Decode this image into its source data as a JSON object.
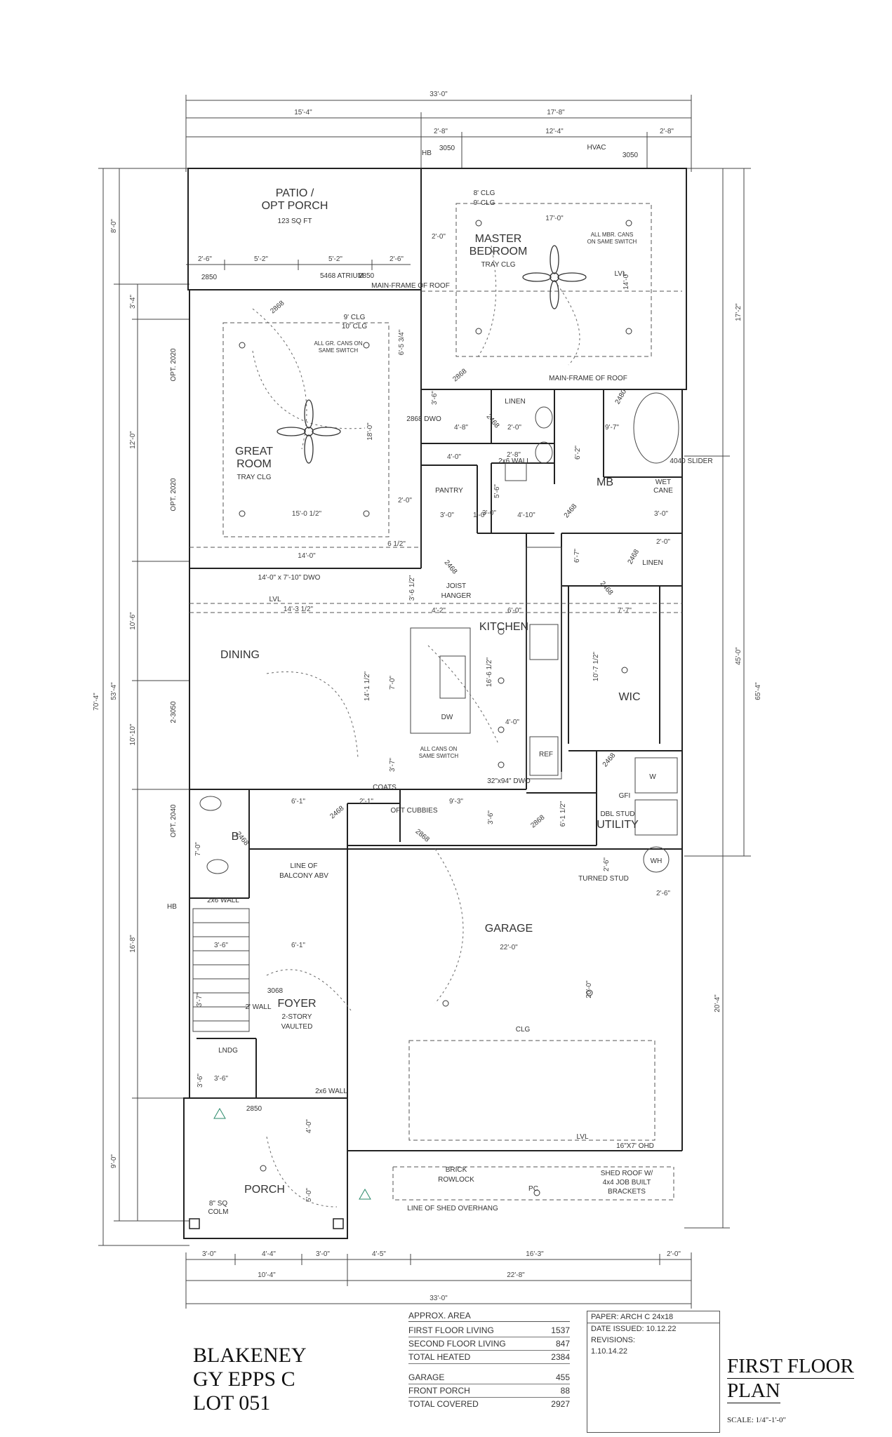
{
  "rooms": {
    "patio": "PATIO /",
    "patio2": "OPT PORCH",
    "patio_area": "123 SQ FT",
    "master": "MASTER",
    "master2": "BEDROOM",
    "master_clg": "TRAY CLG",
    "great": "GREAT",
    "great2": "ROOM",
    "great_clg": "TRAY CLG",
    "pantry": "PANTRY",
    "mb": "MB",
    "kitchen": "KITCHEN",
    "dining": "DINING",
    "wic": "WIC",
    "utility": "UTILITY",
    "dbl_stud": "DBL STUD",
    "coats": "COATS",
    "opt_cubbies": "OPT CUBBIES",
    "b": "B",
    "garage": "GARAGE",
    "foyer": "FOYER",
    "foyer2": "2-STORY",
    "foyer3": "VAULTED",
    "lndg": "LNDG",
    "porch": "PORCH",
    "linen": "LINEN",
    "linen2": "LINEN",
    "wh": "WH",
    "ref": "REF",
    "dw": "DW",
    "w": "W",
    "hvac": "HVAC"
  },
  "notes": {
    "main_frame_roof": "MAIN-FRAME OF ROOF",
    "main_frame_roof2": "MAIN-FRAME OF ROOF",
    "all_mbr_cans": "ALL MBR. CANS",
    "all_mbr_cans2": "ON SAME SWITCH",
    "all_gr_cans": "ALL GR. CANS ON",
    "all_gr_cans2": "SAME SWITCH",
    "all_cans": "ALL CANS ON",
    "all_cans2": "SAME SWITCH",
    "lvl1": "LVL",
    "lvl2": "LVL",
    "lvl3": "LVL",
    "joist_hanger": "JOIST",
    "joist_hanger2": "HANGER",
    "line_balcony": "LINE OF",
    "line_balcony2": "BALCONY ABV",
    "brick": "BRICK",
    "rowlock": "ROWLOCK",
    "shed_overhang": "LINE OF SHED OVERHANG",
    "shed_roof": "SHED ROOF W/",
    "shed_roof2": "4x4 JOB BUILT",
    "shed_roof3": "BRACKETS",
    "colm": "8\" SQ",
    "colm2": "COLM",
    "ohd": "16\"X7' OHD",
    "turned_stud": "TURNED STUD",
    "atrium": "5468 ATRIUM",
    "slider": "4040 SLIDER",
    "dwo1": "14'-0\" x 7'-10\" DWO",
    "dwo2": "32\"x94\" DWO",
    "dwo3": "2868 DWO",
    "clg8": "8' CLG",
    "clg9": "9' CLG",
    "clg9b": "9' CLG",
    "clg10": "10' CLG",
    "clg": "CLG",
    "wall2x6": "2x6 WALL",
    "wall2x6b": "2x6 WALL",
    "wall2x6c": "2x6 WALL",
    "wall2": "2' WALL",
    "hb": "HB",
    "hb2": "HB",
    "wet_cane": "WET",
    "wet_cane2": "CANE",
    "gfi": "GFI",
    "pc": "PC",
    "win3050a": "3050",
    "win3050b": "3050",
    "win2850a": "2850",
    "win2850b": "2850",
    "win2850c": "2850",
    "opt2020a": "OPT. 2020",
    "opt2020b": "OPT. 2020",
    "opt2040": "OPT. 2040",
    "win23050": "2-3050",
    "door2868a": "2868",
    "door2868b": "2868",
    "door2868c": "2868",
    "door2868d": "2868",
    "door2468a": "2468",
    "door2468b": "2468",
    "door2468c": "2468",
    "door2468d": "2468",
    "door2468e": "2468",
    "door2468f": "2468",
    "door2468g": "2468",
    "door2468h": "2468",
    "door2480": "2480",
    "door3068": "3068"
  },
  "dims": {
    "overall_top": "33'-0\"",
    "top_left": "15'-4\"",
    "top_right": "17'-8\"",
    "top_a": "2'-8\"",
    "top_b": "12'-4\"",
    "top_c": "2'-8\"",
    "patio_a": "2'-6\"",
    "patio_b": "5'-2\"",
    "patio_c": "5'-2\"",
    "patio_d": "2'-6\"",
    "left_overall": "70'-4\"",
    "left_8": "8'-0\"",
    "left_534": "53'-4\"",
    "left_34": "3'-4\"",
    "left_120": "12'-0\"",
    "left_106": "10'-6\"",
    "left_1010": "10'-10\"",
    "left_168": "16'-8\"",
    "left_9": "9'-0\"",
    "right_172": "17'-2\"",
    "right_450": "45'-0\"",
    "right_654": "65'-4\"",
    "right_204": "20'-4\"",
    "mbr_w": "17'-0\"",
    "mbr_20": "2'-0\"",
    "mbr_h": "14'-0\"",
    "gr_w": "15'-0 1/2\"",
    "gr_h": "18'-0\"",
    "gr_14": "14'-0\"",
    "gr_20": "2'-0\"",
    "gr_6512": "6'-5 3/4\"",
    "gr_612": "6 1/2\"",
    "d_48": "4'-8\"",
    "d_20": "2'-0\"",
    "d_40": "4'-0\"",
    "d_28": "2'-8\"",
    "d_56": "5'-6\"",
    "d_30": "3'-0\"",
    "d_410": "4'-10\"",
    "d_10": "1'-0\"",
    "d_62": "6'-2\"",
    "d_97": "9'-7\"",
    "d_36": "3'-6\"",
    "d_30b": "3'-0\"",
    "d_20b": "2'-0\"",
    "d_67": "6'-7\"",
    "d_30c": "3'-0\"",
    "d_1432": "14'-3 1/2\"",
    "d_42": "4'-2\"",
    "d_60": "6'-0\"",
    "d_77": "7'-7\"",
    "d_3612": "3'-6 1/2\"",
    "d_1661": "16'-6 1/2\"",
    "d_1411": "14'-1 1/2\"",
    "d_70": "7'-0\"",
    "d_40b": "4'-0\"",
    "d_37": "3'-7\"",
    "d_1071": "10'-7 1/2\"",
    "d_61": "6'-1\"",
    "d_21": "2'-1\"",
    "d_93": "9'-3\"",
    "d_36b": "3'-6\"",
    "d_611": "6'-1 1/2\"",
    "d_70b": "7'-0\"",
    "d_26": "2'-6\"",
    "d_26b": "2'-6\"",
    "g_220": "22'-0\"",
    "g_200": "20'-0\"",
    "f_36": "3'-6\"",
    "f_61": "6'-1\"",
    "f_36b": "3'-6\"",
    "f_36c": "3'-6\"",
    "f_37": "3'-7\"",
    "p_40": "4'-0\"",
    "p_50": "5'-0\"",
    "bot_30": "3'-0\"",
    "bot_44": "4'-4\"",
    "bot_30b": "3'-0\"",
    "bot_45": "4'-5\"",
    "bot_163": "16'-3\"",
    "bot_20": "2'-0\"",
    "bot_104": "10'-4\"",
    "bot_228": "22'-8\"",
    "bot_overall": "33'-0\""
  },
  "area_table": {
    "title": "APPROX. AREA",
    "rows": [
      {
        "label": "FIRST FLOOR LIVING",
        "value": "1537"
      },
      {
        "label": "SECOND FLOOR LIVING",
        "value": "847"
      },
      {
        "label": "TOTAL HEATED",
        "value": "2384"
      },
      {
        "label": "GARAGE",
        "value": "455"
      },
      {
        "label": "FRONT PORCH",
        "value": "88"
      },
      {
        "label": "TOTAL COVERED",
        "value": "2927"
      }
    ]
  },
  "revision_block": {
    "paper": "PAPER: ARCH C 24x18",
    "date_issued": "DATE ISSUED: 10.12.22",
    "revisions": "REVISIONS:",
    "rev1": "1.10.14.22"
  },
  "project": {
    "line1": "BLAKENEY",
    "line2": "GY EPPS C",
    "line3": "LOT 051"
  },
  "sheet": {
    "line1": "FIRST FLOOR",
    "line2": "PLAN",
    "scale": "SCALE: 1/4\"-1'-0\""
  }
}
